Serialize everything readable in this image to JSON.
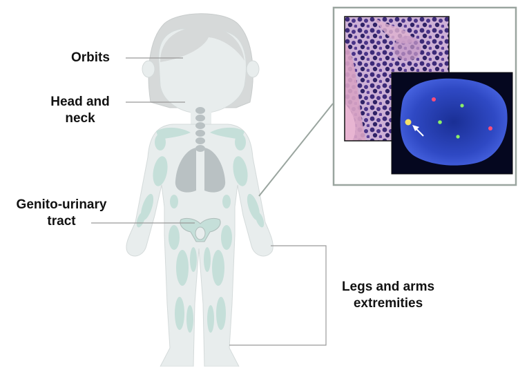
{
  "labels": {
    "orbits": "Orbits",
    "head_neck": [
      "Head and",
      "neck"
    ],
    "genito_urinary": [
      "Genito-urinary",
      "tract"
    ],
    "extremities": [
      "Legs and arms",
      "extremities"
    ]
  },
  "inset": {
    "panels": [
      "histology-micrograph",
      "fish-nucleus-image"
    ]
  },
  "colors": {
    "body_fill": "#e8eded",
    "body_stroke": "#d4dada",
    "hair": "#d6d9d9",
    "organs": "#b9c1c3",
    "muscle": "#c5dfd9",
    "leader_line": "#999999",
    "inset_frame": "#9aa59f",
    "fish_background": "#05071f",
    "nucleus": "#2f49c4"
  }
}
